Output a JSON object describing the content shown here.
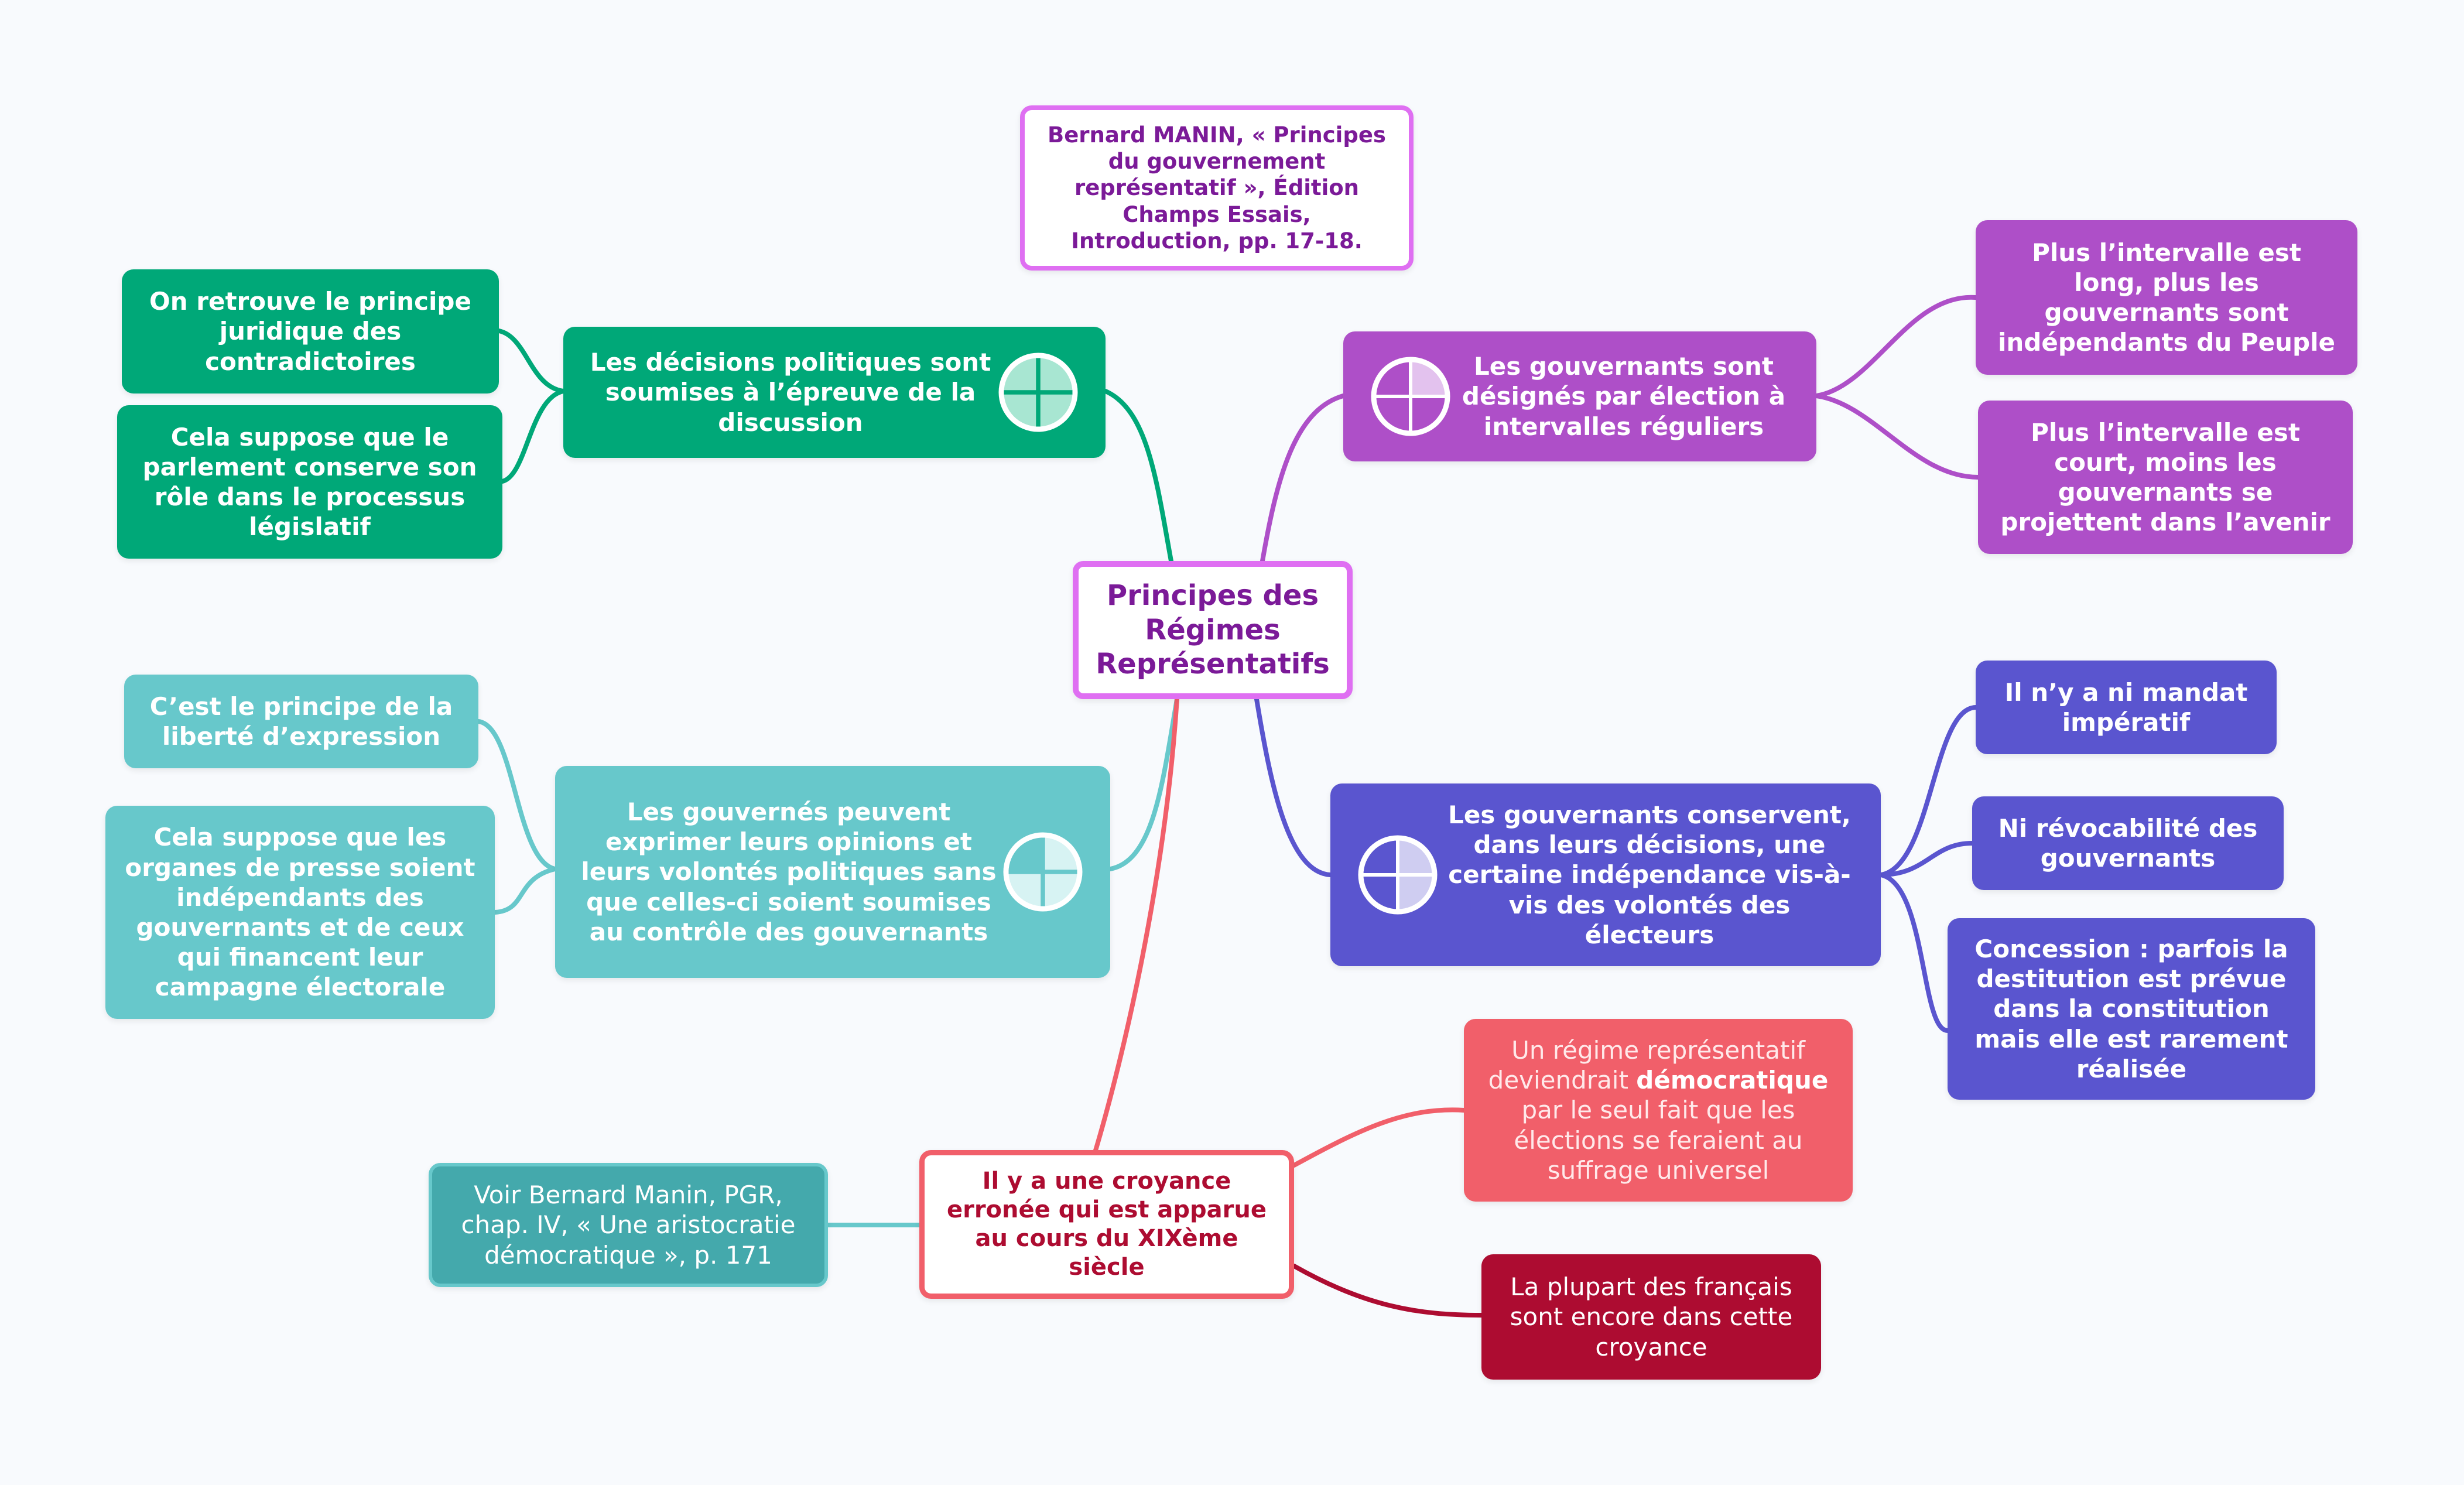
{
  "center": {
    "label": "Principes des Régimes Représentatifs"
  },
  "source": {
    "label": "Bernard MANIN, « Principes du gouvernement représentatif », Édition Champs Essais, Introduction, pp. 17-18."
  },
  "branches": {
    "discussion": {
      "label": "Les décisions politiques sont soumises à l’épreuve de la discussion",
      "color": "#00a878",
      "children": [
        "On retrouve le principe juridique des contradictoires",
        "Cela suppose que le parlement conserve son rôle dans le processus législatif"
      ]
    },
    "expression": {
      "label": "Les gouvernés peuvent exprimer leurs opinions et leurs volontés politiques sans que celles-ci soient soumises au contrôle des gouvernants",
      "color": "#67c8cb",
      "children": [
        "C’est le principe de la liberté d’expression",
        "Cela suppose que les organes de presse soient indépendants des gouvernants et de ceux qui financent leur campagne électorale"
      ]
    },
    "election": {
      "label": "Les gouvernants sont désignés par élection à intervalles réguliers",
      "color": "#ae4fc8",
      "children": [
        "Plus l’intervalle est long, plus les gouvernants sont indépendants du Peuple",
        "Plus l’intervalle est court, moins les gouvernants se projettent dans l’avenir"
      ]
    },
    "independence": {
      "label": "Les gouvernants conservent, dans leurs décisions, une certaine indépendance vis-à-vis des volontés des électeurs",
      "color": "#5a55cf",
      "children": [
        "Il n’y a ni mandat impératif",
        "Ni révocabilité des gouvernants",
        "Concession : parfois la destitution est prévue dans la constitution mais elle est rarement réalisée"
      ]
    },
    "belief": {
      "label": "Il y a une croyance erronée qui est apparue au cours du XIXème siècle",
      "color": "#f15f6a",
      "reference": "Voir Bernard Manin, PGR, chap. IV, « Une aristocratie démocratique », p. 171",
      "reference_color": "#44a9ac",
      "democratic": {
        "before": "Un régime représentatif deviendrait ",
        "bold": "démocratique",
        "after": " par le seul fait que les élections se feraient au suffrage universel",
        "color": "#f15f6a"
      },
      "french": {
        "label": "La plupart des français sont encore dans cette croyance",
        "color": "#ad0c31"
      }
    }
  }
}
